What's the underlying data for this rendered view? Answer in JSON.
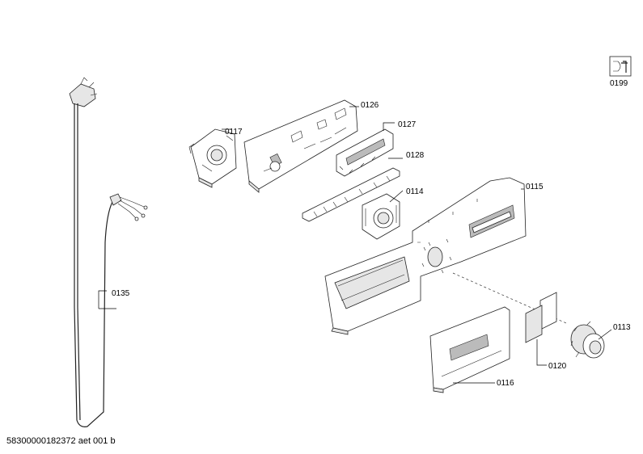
{
  "parts": [
    {
      "id": "power-cord",
      "label": "0135"
    },
    {
      "id": "bracket",
      "label": "0117"
    },
    {
      "id": "control-pcb",
      "label": "0126"
    },
    {
      "id": "display-module",
      "label": "0127"
    },
    {
      "id": "button-strip",
      "label": "0128"
    },
    {
      "id": "knob-holder",
      "label": "0114"
    },
    {
      "id": "control-panel",
      "label": "0115"
    },
    {
      "id": "drawer-handle",
      "label": "0116"
    },
    {
      "id": "panel-insert",
      "label": "0120"
    },
    {
      "id": "knob",
      "label": "0113"
    },
    {
      "id": "service-icon-ref",
      "label": "0199"
    }
  ],
  "footer": {
    "code": "58300000182372 aet 001 b"
  }
}
